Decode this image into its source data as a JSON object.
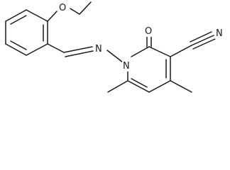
{
  "molecule": {
    "atoms": {
      "ether_o": "O",
      "imine_n": "N",
      "ring_n": "N",
      "carbonyl_o": "O",
      "nitrile_n": "N"
    }
  }
}
